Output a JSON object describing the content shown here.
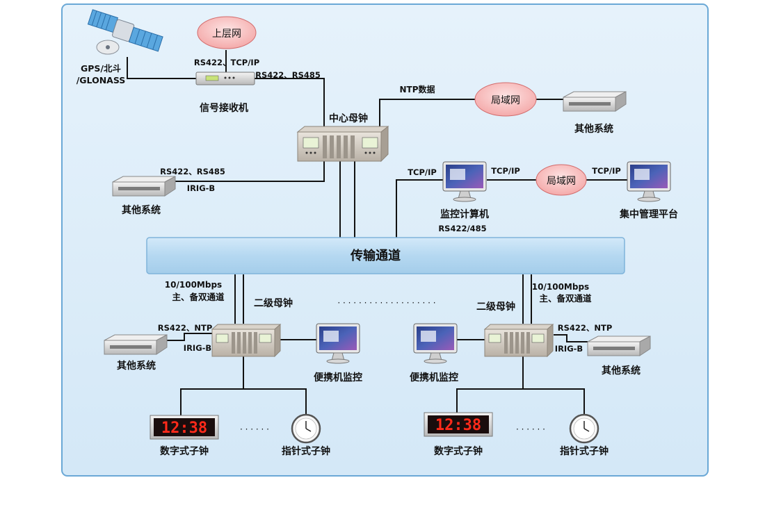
{
  "nodes": {
    "gps_label_1": "GPS/北斗",
    "gps_label_2": "/GLONASS",
    "upper_net": "上层网",
    "receiver": "信号接收机",
    "center_clock": "中心母钟",
    "lan_top": "局域网",
    "lan_mid": "局域网",
    "other_system_top": "其他系统",
    "other_system_left": "其他系统",
    "monitor_computer": "监控计算机",
    "central_platform": "集中管理平台",
    "transmission": "传输通道",
    "secondary_clock_left": "二级母钟",
    "secondary_clock_right": "二级母钟",
    "other_system_bl": "其他系统",
    "other_system_br": "其他系统",
    "laptop_monitor_left": "便携机监控",
    "laptop_monitor_right": "便携机监控",
    "digital_clock_left": "数字式子钟",
    "analog_clock_left": "指针式子钟",
    "digital_clock_right": "数字式子钟",
    "analog_clock_right": "指针式子钟",
    "clock_time": "12:38"
  },
  "links": {
    "rs422_tcpip": "RS422、TCP/IP",
    "rs422_rs485_top": "RS422、RS485",
    "ntp_data": "NTP数据",
    "rs422_rs485_left": "RS422、RS485",
    "irigb_left": "IRIG-B",
    "tcpip_1": "TCP/IP",
    "tcpip_2": "TCP/IP",
    "tcpip_3": "TCP/IP",
    "rs422_485": "RS422/485",
    "bw_left": "10/100Mbps",
    "dual_left": "主、备双通道",
    "bw_right": "10/100Mbps",
    "dual_right": "主、备双通道",
    "rs422_ntp_left": "RS422、NTP",
    "irigb_bl": "IRIG-B",
    "rs422_ntp_right": "RS422、NTP",
    "irigb_br": "IRIG-B",
    "dots_mid": "· · · · · · · · · · · · · · · · · · ·",
    "dots_l": "· · ·   · · ·",
    "dots_r": "· · ·   · · ·"
  }
}
